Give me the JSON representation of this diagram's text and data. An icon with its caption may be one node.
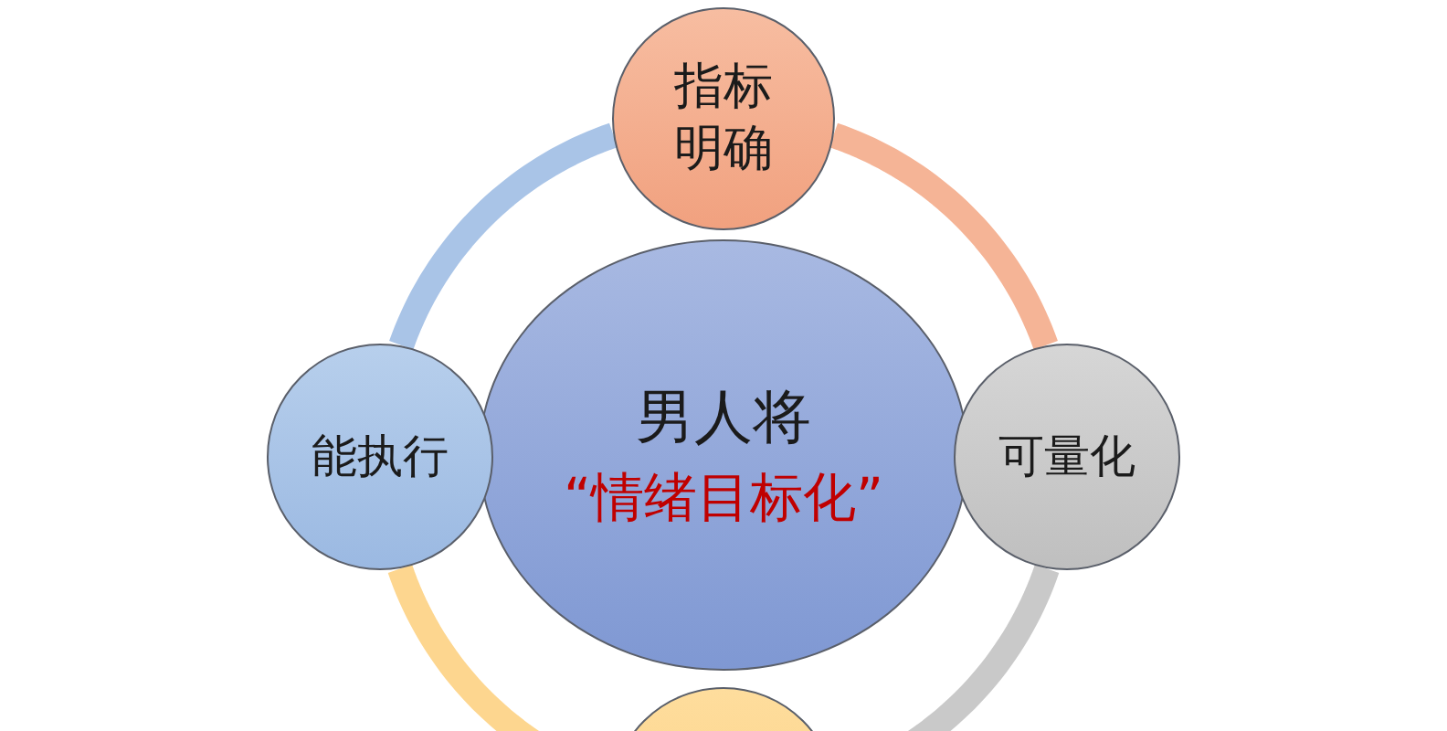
{
  "diagram": {
    "nodes": [
      {
        "text": [
          "指标明确"
        ]
      },
      {
        "text": [
          "能执行"
        ]
      },
      {
        "text": [
          "男人将",
          "“情绪目标化”"
        ]
      },
      {
        "text": [
          "可量化"
        ]
      },
      {
        "text": [],
        "shape": "circle"
      }
    ],
    "edges": [
      {
        "from": 0,
        "to": 3,
        "arrow": "none",
        "color": "#f5b496"
      },
      {
        "from": 3,
        "to": 4,
        "arrow": "none",
        "color": "#c9c9c9"
      },
      {
        "from": 4,
        "to": 1,
        "arrow": "none",
        "color": "#fdd68f"
      },
      {
        "from": 1,
        "to": 0,
        "arrow": "none",
        "color": "#a9c4e7"
      }
    ]
  }
}
